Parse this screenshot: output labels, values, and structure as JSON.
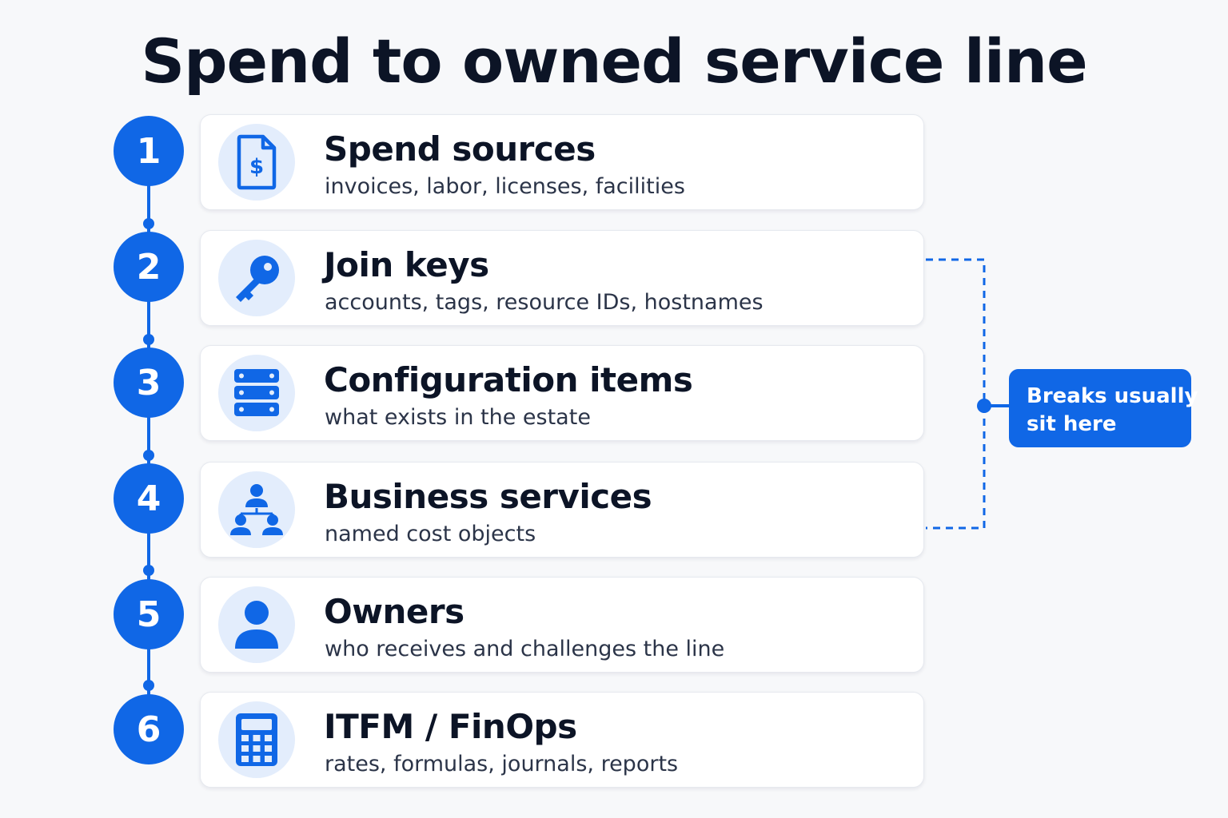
{
  "title": "Spend to owned service line",
  "accent_color": "#1067e6",
  "steps": [
    {
      "number": "1",
      "title": "Spend sources",
      "subtitle": "invoices, labor, licenses, facilities",
      "icon": "invoice-dollar-icon"
    },
    {
      "number": "2",
      "title": "Join keys",
      "subtitle": "accounts, tags, resource IDs, hostnames",
      "icon": "key-icon"
    },
    {
      "number": "3",
      "title": "Configuration items",
      "subtitle": "what exists in the estate",
      "icon": "server-rack-icon"
    },
    {
      "number": "4",
      "title": "Business services",
      "subtitle": "named cost objects",
      "icon": "org-hierarchy-icon"
    },
    {
      "number": "5",
      "title": "Owners",
      "subtitle": "who receives and challenges the line",
      "icon": "person-icon"
    },
    {
      "number": "6",
      "title": "ITFM / FinOps",
      "subtitle": "rates, formulas, journals, reports",
      "icon": "calculator-icon"
    }
  ],
  "callout": {
    "line1": "Breaks usually",
    "line2": "sit here"
  }
}
